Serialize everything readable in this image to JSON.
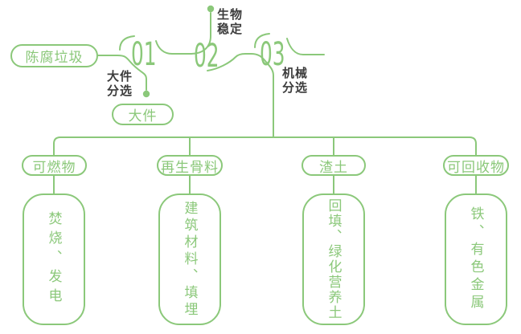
{
  "colors": {
    "green": "#8BC87A",
    "text_dark": "#3C3C3C"
  },
  "source": {
    "label": "陈腐垃圾"
  },
  "timeline": {
    "steps": [
      {
        "number": "01",
        "process_lines": [
          "大件",
          "分选"
        ],
        "branch_output": "大件"
      },
      {
        "number": "02",
        "process_lines": [
          "生物",
          "稳定"
        ]
      },
      {
        "number": "03",
        "process_lines": [
          "机械",
          "分选"
        ]
      }
    ]
  },
  "outputs": [
    {
      "category": "可燃物",
      "use": "焚烧、发电"
    },
    {
      "category": "再生骨料",
      "use": "建筑材料、填埋"
    },
    {
      "category": "渣土",
      "use": "回填、绿化营养土"
    },
    {
      "category": "可回收物",
      "use": "铁、有色金属"
    }
  ]
}
